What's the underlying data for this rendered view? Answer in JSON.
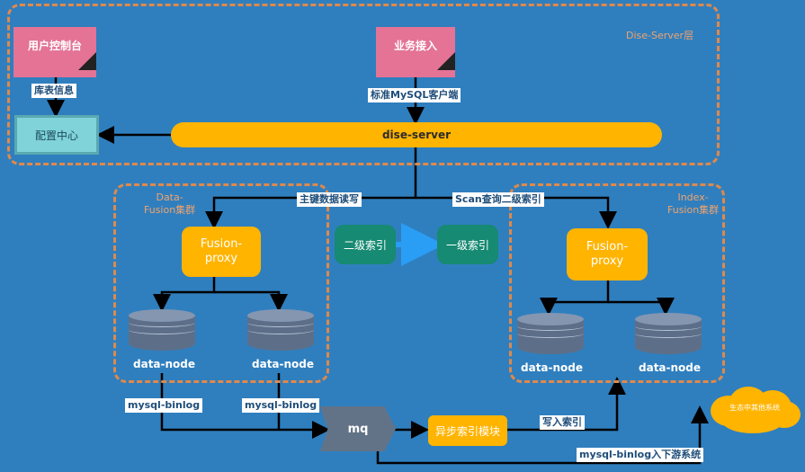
{
  "groups": {
    "dise_server": "Dise-Server层",
    "data_fusion": "Data-\nFusion集群",
    "index_fusion": "Index-\nFusion集群"
  },
  "nodes": {
    "user_console": "用户控制台",
    "business_access": "业务接入",
    "config_center": "配置中心",
    "dise_server": "dise-server",
    "fusion_proxy_left": "Fusion-\nproxy",
    "fusion_proxy_right": "Fusion-\nproxy",
    "secondary_index": "二级索引",
    "primary_index": "一级索引",
    "data_node_1": "data-node",
    "data_node_2": "data-node",
    "data_node_3": "data-node",
    "data_node_4": "data-node",
    "mq": "mq",
    "async_index_module": "异步索引模块",
    "ecosystem": "生态中其他系统"
  },
  "edge_labels": {
    "table_info": "库表信息",
    "mysql_client": "标准MySQL客户端",
    "pk_rw": "主键数据读写",
    "scan_secondary": "Scan查询二级索引",
    "binlog_1": "mysql-binlog",
    "binlog_2": "mysql-binlog",
    "write_index": "写入索引",
    "binlog_downstream": "mysql-binlog入下游系统"
  }
}
